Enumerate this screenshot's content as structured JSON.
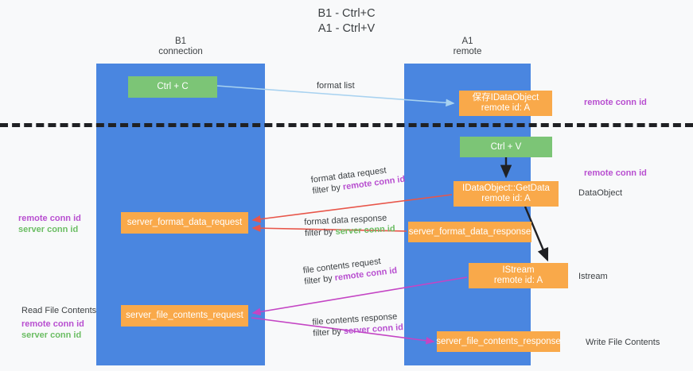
{
  "title": {
    "line1": "B1 - Ctrl+C",
    "line2": "A1 - Ctrl+V"
  },
  "lanes": [
    {
      "id": "b1",
      "name": "B1",
      "subtitle": "connection",
      "color": "#4a86e0"
    },
    {
      "id": "a1",
      "name": "A1",
      "subtitle": "remote",
      "color": "#4a86e0"
    }
  ],
  "colors": {
    "lane": "#4a86e0",
    "node_green": "#7cc576",
    "node_orange": "#f9a94a",
    "accent_pink": "#b84fd0",
    "accent_green": "#6bbd63",
    "arrow_blue": "#a8d2f0",
    "arrow_red": "#e8564a",
    "arrow_black": "#202124",
    "arrow_magenta": "#c445c4",
    "background": "#f8f9fa"
  },
  "nodes": {
    "ctrl_c": {
      "label": "Ctrl + C",
      "type": "green"
    },
    "idataobject": {
      "line1": "保存IDataObject",
      "line2": "remote id: A",
      "type": "orange"
    },
    "ctrl_v": {
      "label": "Ctrl + V",
      "type": "green"
    },
    "getdata": {
      "line1": "IDataObject::GetData",
      "line2": "remote id: A",
      "type": "orange"
    },
    "server_format_data_request": {
      "label": "server_format_data_request",
      "type": "orange"
    },
    "server_format_data_response": {
      "label": "server_format_data_response",
      "type": "orange"
    },
    "istream": {
      "line1": "IStream",
      "line2": "remote id: A",
      "type": "orange"
    },
    "server_file_contents_request": {
      "label": "server_file_contents_request",
      "type": "orange"
    },
    "server_file_contents_response": {
      "label": "server_file_contents_response",
      "type": "orange"
    }
  },
  "edge_labels": {
    "format_list": "format list",
    "format_data_request": "format data request",
    "format_data_request_filter_prefix": "filter by ",
    "format_data_request_filter_key": "remote conn id",
    "format_data_response": "format data response",
    "format_data_response_filter_prefix": "filter by ",
    "format_data_response_filter_key": "server conn id",
    "file_contents_request": "file contents request",
    "file_contents_request_filter_prefix": "filter by ",
    "file_contents_request_filter_key": "remote conn id",
    "file_contents_response": "file contents response",
    "file_contents_response_filter_prefix": "filter by ",
    "file_contents_response_filter_key": "server conn id"
  },
  "annotations": {
    "remote_conn_id_top": "remote conn id",
    "remote_conn_id_mid": "remote conn id",
    "dataobject": "DataObject",
    "istream": "Istream",
    "write_file_contents": "Write File Contents",
    "read_file_contents": "Read File Contents",
    "left_remote_conn_id": "remote conn id",
    "left_server_conn_id": "server conn id",
    "left_remote_conn_id_2": "remote conn id",
    "left_server_conn_id_2": "server conn id"
  }
}
